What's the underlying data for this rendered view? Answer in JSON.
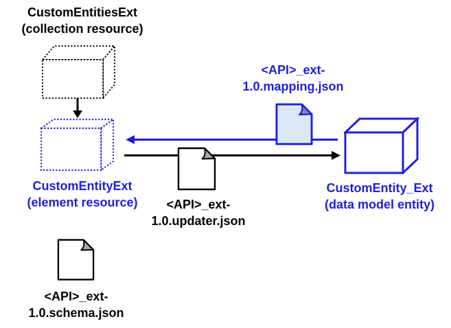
{
  "colors": {
    "background": "#FFFFFF",
    "black": "#000000",
    "blue": "#1E1EE0",
    "doc_fill_blue": "#DCE7F8",
    "fold_gray": "#A6A6A6",
    "fold_blue": "#7A84BE"
  },
  "labels": {
    "collection": {
      "line1": "CustomEntitiesExt",
      "line2": "(collection resource)"
    },
    "element": {
      "line1": "CustomEntityExt",
      "line2": "(element resource)"
    },
    "entity": {
      "line1": "CustomEntity_Ext",
      "line2": "(data model entity)"
    },
    "mapping_file": {
      "line1": "<API>_ext-",
      "line2": "1.0.mapping.json"
    },
    "updater_file": {
      "line1": "<API>_ext-",
      "line2": "1.0.updater.json"
    },
    "schema_file": {
      "line1": "<API>_ext-",
      "line2": "1.0.schema.json"
    }
  },
  "icons": {
    "collection_box": "dotted-3d-box-icon",
    "element_box": "dotted-3d-box-icon",
    "entity_box": "solid-3d-box-icon",
    "mapping_doc": "document-icon",
    "updater_doc": "document-icon",
    "schema_doc": "document-icon",
    "collection_to_element": "arrow-down-icon",
    "entity_to_element": "arrow-left-icon",
    "element_to_entity": "arrow-right-icon"
  }
}
